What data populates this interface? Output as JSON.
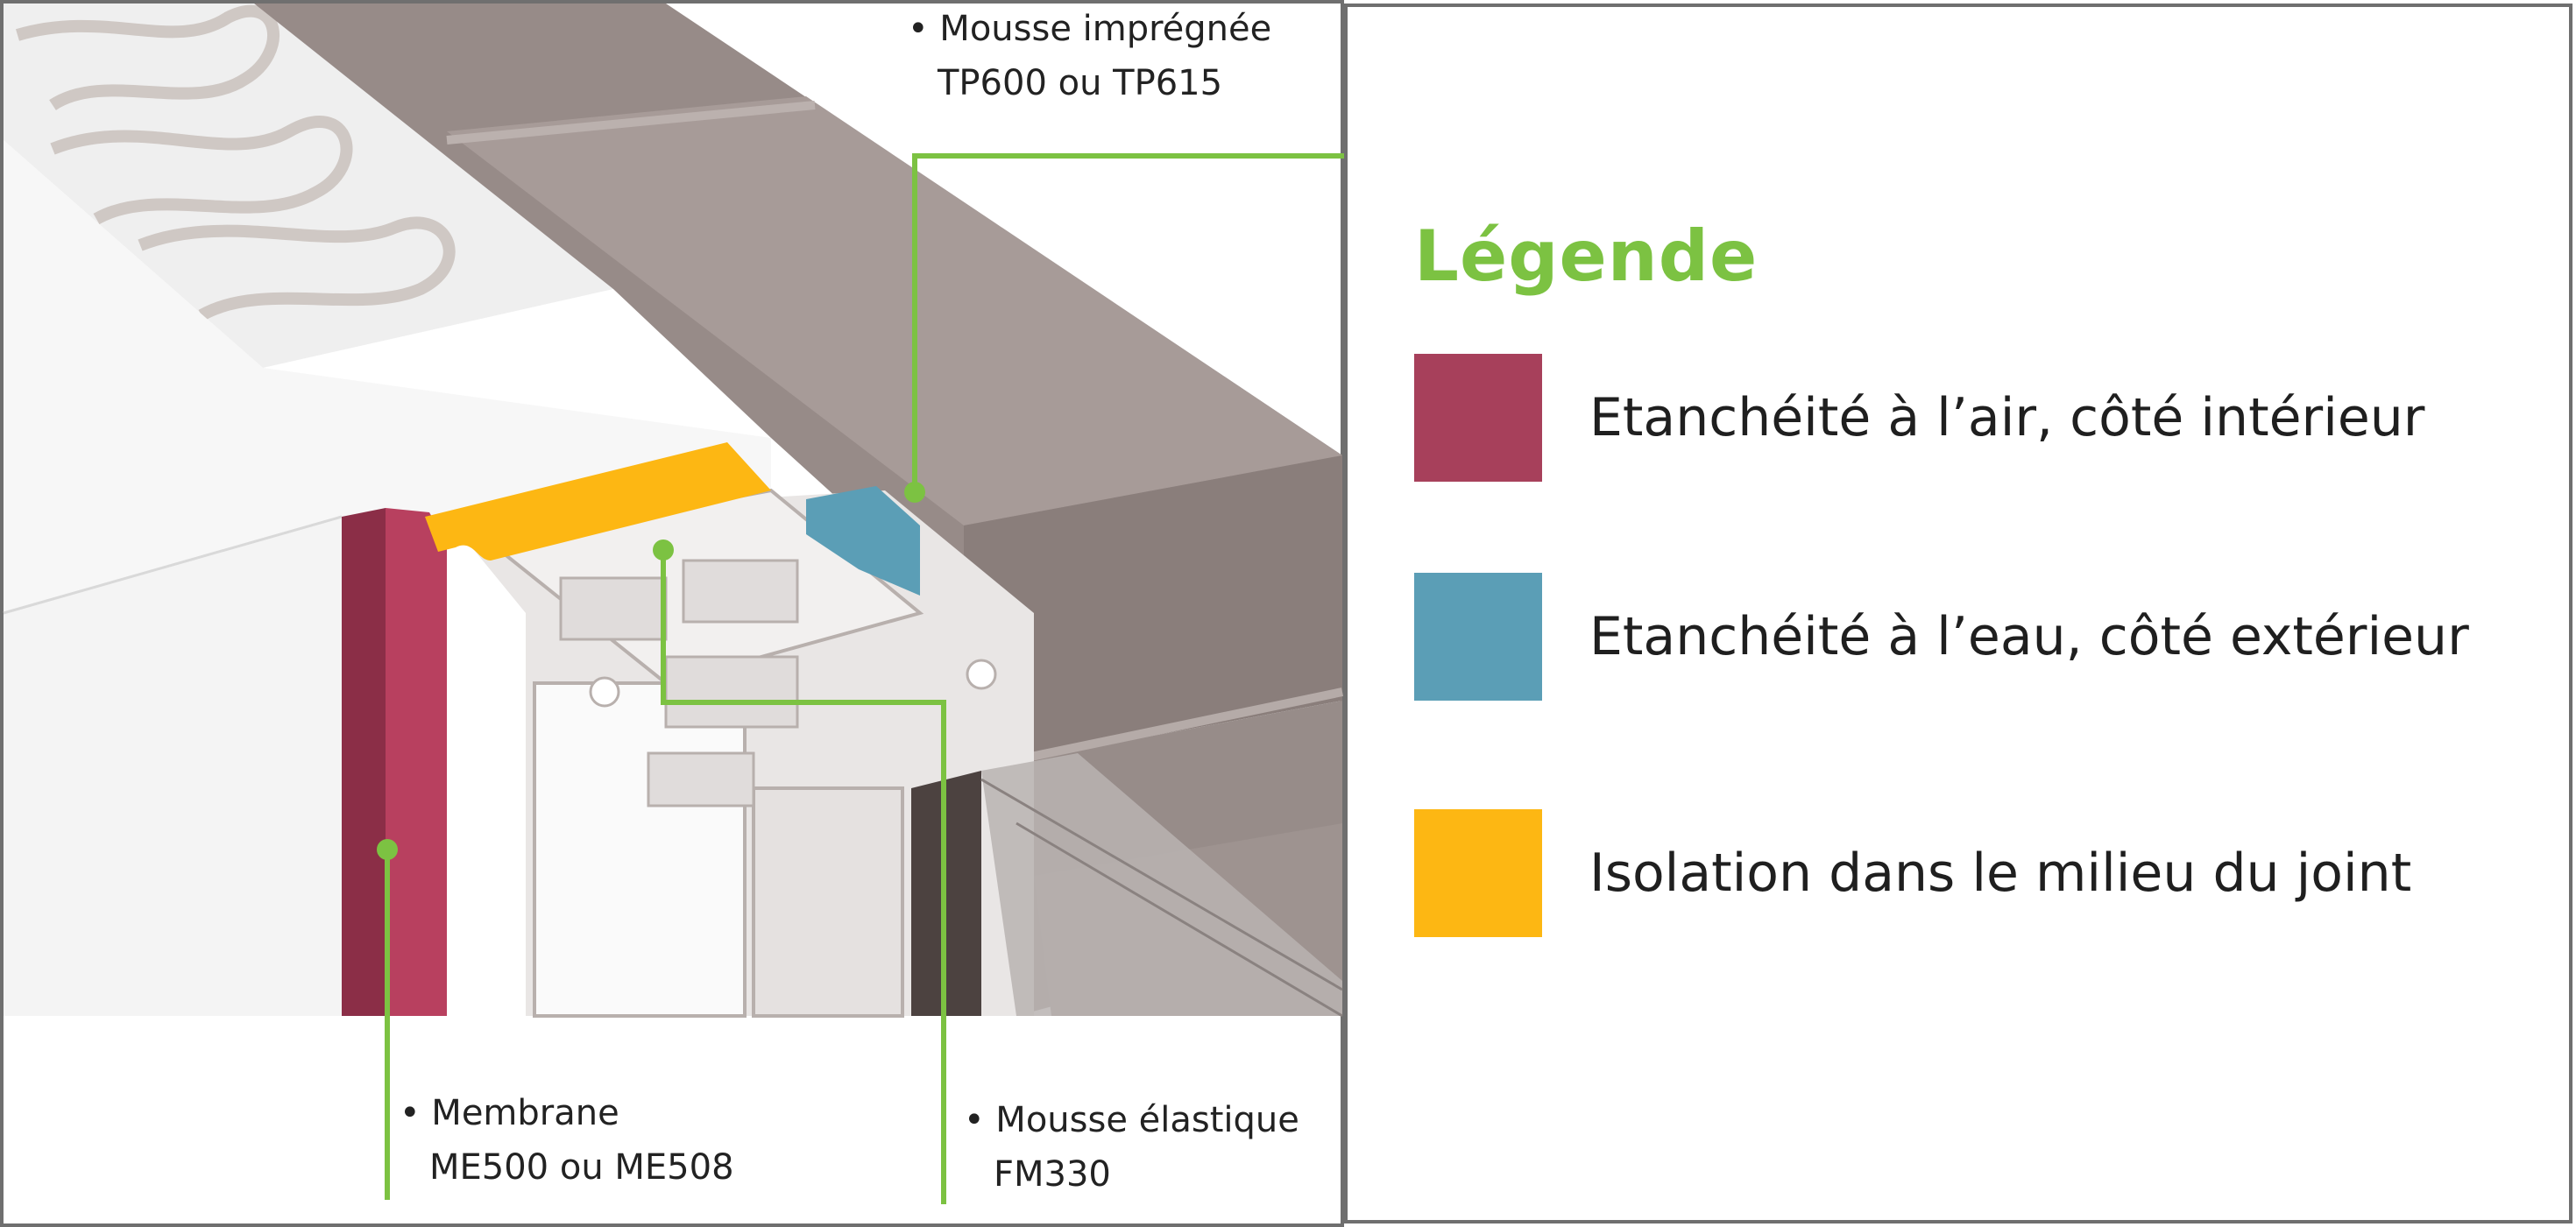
{
  "colors": {
    "accent_green": "#7cc242",
    "air_seal": "#a7405b",
    "water_seal": "#5b9eb6",
    "insulation": "#fdb713"
  },
  "callouts": {
    "top": {
      "line1": "• Mousse imprégnée",
      "line2": "TP600 ou TP615"
    },
    "membrane": {
      "line1": "• Membrane",
      "line2": "ME500 ou ME508"
    },
    "elastic": {
      "line1": "• Mousse élastique",
      "line2": "FM330"
    }
  },
  "legend": {
    "title": "Légende",
    "items": [
      {
        "label": "Etanchéité à l’air, côté intérieur",
        "color": "#a7405b"
      },
      {
        "label": "Etanchéité à l’eau, côté extérieur",
        "color": "#5b9eb6"
      },
      {
        "label": "Isolation dans le milieu du joint",
        "color": "#fdb713"
      }
    ]
  }
}
